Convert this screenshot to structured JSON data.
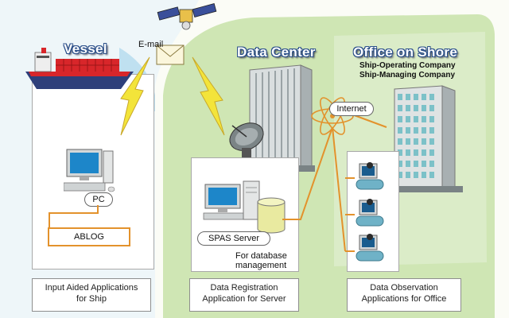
{
  "titles": {
    "vessel": "Vessel",
    "data_center": "Data Center",
    "office": "Office on Shore"
  },
  "office_subtitle": {
    "line1": "Ship-Operating Company",
    "line2": "Ship-Managing Company"
  },
  "labels": {
    "email": "E-mail",
    "internet": "Internet",
    "pc": "PC",
    "ablog": "ABLOG",
    "spas_server": "SPAS Server",
    "db_note_line1": "For database",
    "db_note_line2": "management"
  },
  "captions": {
    "vessel": {
      "line1": "Input Aided Applications",
      "line2": "for Ship"
    },
    "server": {
      "line1": "Data Registration",
      "line2": "Application for Server"
    },
    "office": {
      "line1": "Data Observation",
      "line2": "Applications for Office"
    }
  },
  "colors": {
    "shore_green": "#cfe6b4",
    "sea_blue": "#bfe0f0",
    "link_orange": "#e3922c",
    "bolt_yellow": "#f3e43a",
    "hull_red": "#d8262a",
    "hull_dark": "#2e3f7a"
  },
  "icons": [
    "satellite-icon",
    "envelope-icon",
    "lightning-icon",
    "ship-icon",
    "building-icon",
    "dish-antenna-icon",
    "computer-icon",
    "server-icon",
    "database-icon",
    "atom-network-icon"
  ]
}
